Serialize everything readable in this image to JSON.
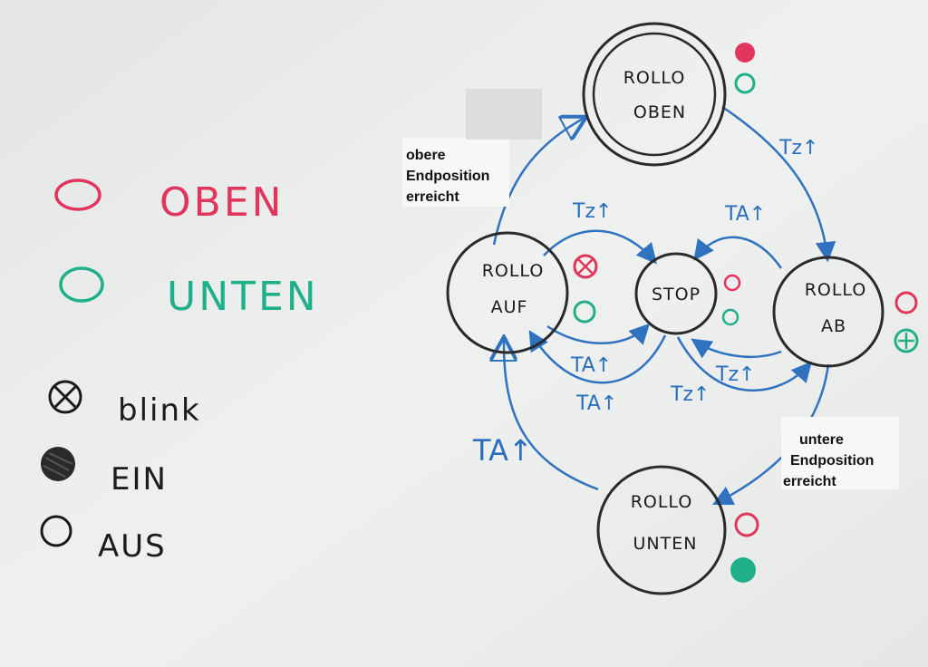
{
  "colors": {
    "board": "#eceeed",
    "arrow": "#2f72c0",
    "ink": "#1a1a1a",
    "red": "#e0355c",
    "green": "#1fb08a"
  },
  "legend": {
    "oben": "OBEN",
    "unten": "UNTEN",
    "blink": "blink",
    "ein": "EIN",
    "aus": "AUS"
  },
  "states": {
    "oben": {
      "line1": "ROLLO",
      "line2": "OBEN"
    },
    "auf": {
      "line1": "ROLLO",
      "line2": "AUF"
    },
    "stop": {
      "line1": "STOP"
    },
    "ab": {
      "line1": "ROLLO",
      "line2": "AB"
    },
    "unten": {
      "line1": "ROLLO",
      "line2": "UNTEN"
    }
  },
  "transitions": {
    "oben_to_ab": "Tz↑",
    "auf_to_stop": "Tz↑",
    "ab_to_stop": "TA↑",
    "stop_to_auf": "TA↑",
    "auf_stop_lower": "TA↑",
    "stop_to_ab": "Tz↑",
    "ab_stop_lower": "Tz↑",
    "unten_to_auf": "TA↑"
  },
  "notes": {
    "upper": [
      "obere",
      "Endposition",
      "erreicht"
    ],
    "lower": [
      "untere",
      "Endposition",
      "erreicht"
    ]
  }
}
